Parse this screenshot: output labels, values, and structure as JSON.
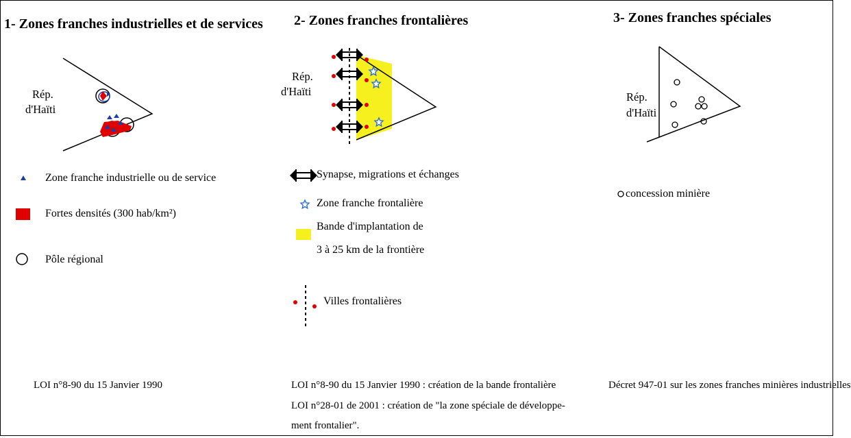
{
  "panels": [
    {
      "title": "1- Zones franches industrielles et de services",
      "country_label": [
        "Rép.",
        "d'Haïti"
      ],
      "legend": [
        {
          "symbol": "blue-triangle-icon",
          "text": "Zone franche industrielle ou de service"
        },
        {
          "symbol": "red-square-icon",
          "text": "Fortes densités (300 hab/km²)"
        },
        {
          "symbol": "circle-icon",
          "text": "Pôle régional"
        }
      ],
      "law": [
        "LOI  n°8-90 du 15 Janvier 1990"
      ]
    },
    {
      "title": "2- Zones franches frontalières",
      "country_label": [
        "Rép.",
        "d'Haïti"
      ],
      "legend": [
        {
          "symbol": "double-arrow-icon",
          "text": "Synapse, migrations et échanges"
        },
        {
          "symbol": "star-icon",
          "text": "Zone franche frontalière"
        },
        {
          "symbol": "yellow-band-icon",
          "text": [
            "Bande d'implantation de",
            "3 à 25 km de la frontière"
          ]
        },
        {
          "symbol": "border-towns-icon",
          "text": "Villes frontalières"
        }
      ],
      "law": [
        "LOI  n°8-90 du 15 Janvier 1990 : création de la bande frontalière",
        "LOI n°28-01 de 2001 :  création de \"la zone spéciale de développe-",
        "ment frontalier\"."
      ]
    },
    {
      "title": "3- Zones franches spéciales",
      "country_label": [
        "Rép.",
        "d'Haïti"
      ],
      "legend": [
        {
          "symbol": "circle-icon",
          "text": "concession minière"
        }
      ],
      "law": [
        "Décret 947-01 sur les zones franches minières industrielles"
      ]
    }
  ],
  "colors": {
    "red": "#e00000",
    "blue": "#1a3fa8",
    "yellow": "#f5f01e",
    "star": "#2a6fd6"
  }
}
